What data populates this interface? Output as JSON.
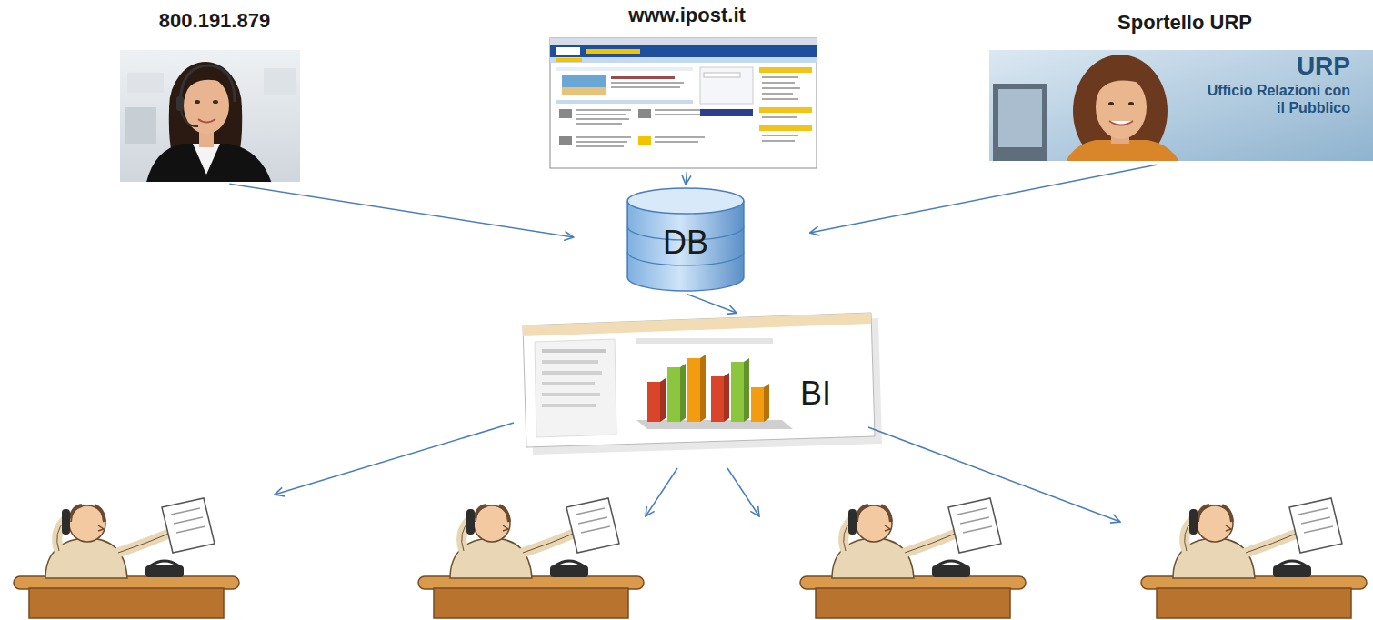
{
  "diagram": {
    "nodes": [
      {
        "text": [
          "800.191.879"
        ]
      },
      {
        "text": [
          "www.ipost.it"
        ]
      },
      {
        "text": [
          "Sportello URP"
        ]
      },
      {
        "text": [
          "DB"
        ]
      },
      {
        "text": [
          "BI"
        ]
      }
    ],
    "edges": [
      {
        "from": 0,
        "to": 3,
        "arrow": "to"
      },
      {
        "from": 1,
        "to": 3,
        "arrow": "to"
      },
      {
        "from": 2,
        "to": 3,
        "arrow": "to"
      },
      {
        "from": 3,
        "to": 4,
        "arrow": "to"
      }
    ],
    "labels": [
      "URP",
      "Ufficio Relazioni con il Pubblico"
    ]
  }
}
